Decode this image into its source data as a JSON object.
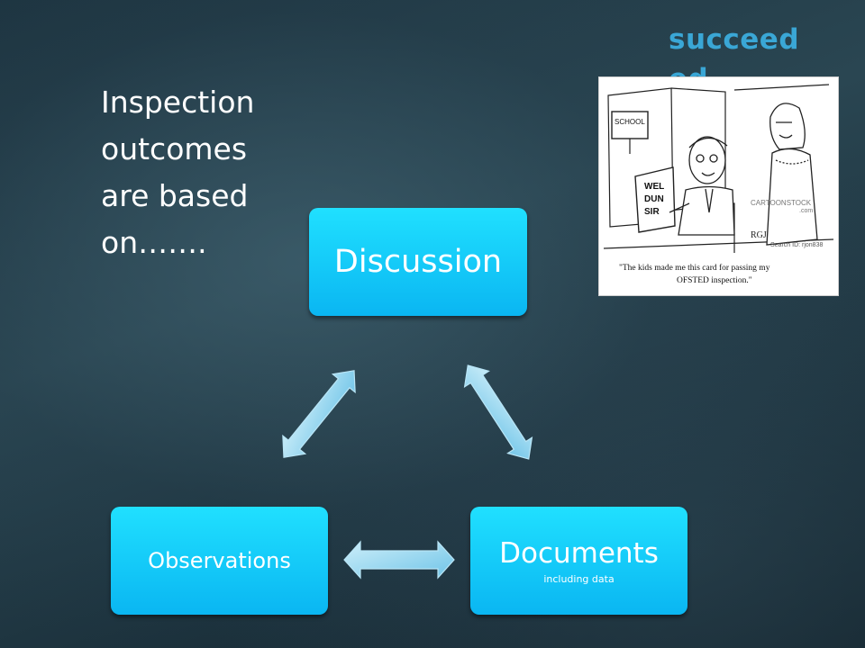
{
  "brand": {
    "logo_text": "succeed ed",
    "color": "#3aa7d6"
  },
  "headline": {
    "lines": [
      "Inspection",
      "outcomes",
      "are based",
      "on……."
    ]
  },
  "cartoon": {
    "sign_school": "SCHOOL",
    "card_line1": "WEL",
    "card_line2": "DUN",
    "card_line3": "SIR",
    "watermark": "CARTOONSTOCK",
    "watermark_url": ".com",
    "signature": "RGJ",
    "code": "Search ID: rjon838",
    "caption_line1": "\"The kids made me this card for passing my",
    "caption_line2": "OFSTED inspection.\""
  },
  "diagram": {
    "accent": "#0ab6f2",
    "arrow_color": "#8fd3ef",
    "nodes": {
      "top": {
        "label": "Discussion"
      },
      "left": {
        "label": "Observations"
      },
      "right": {
        "label": "Documents",
        "sublabel": "including data"
      }
    }
  }
}
